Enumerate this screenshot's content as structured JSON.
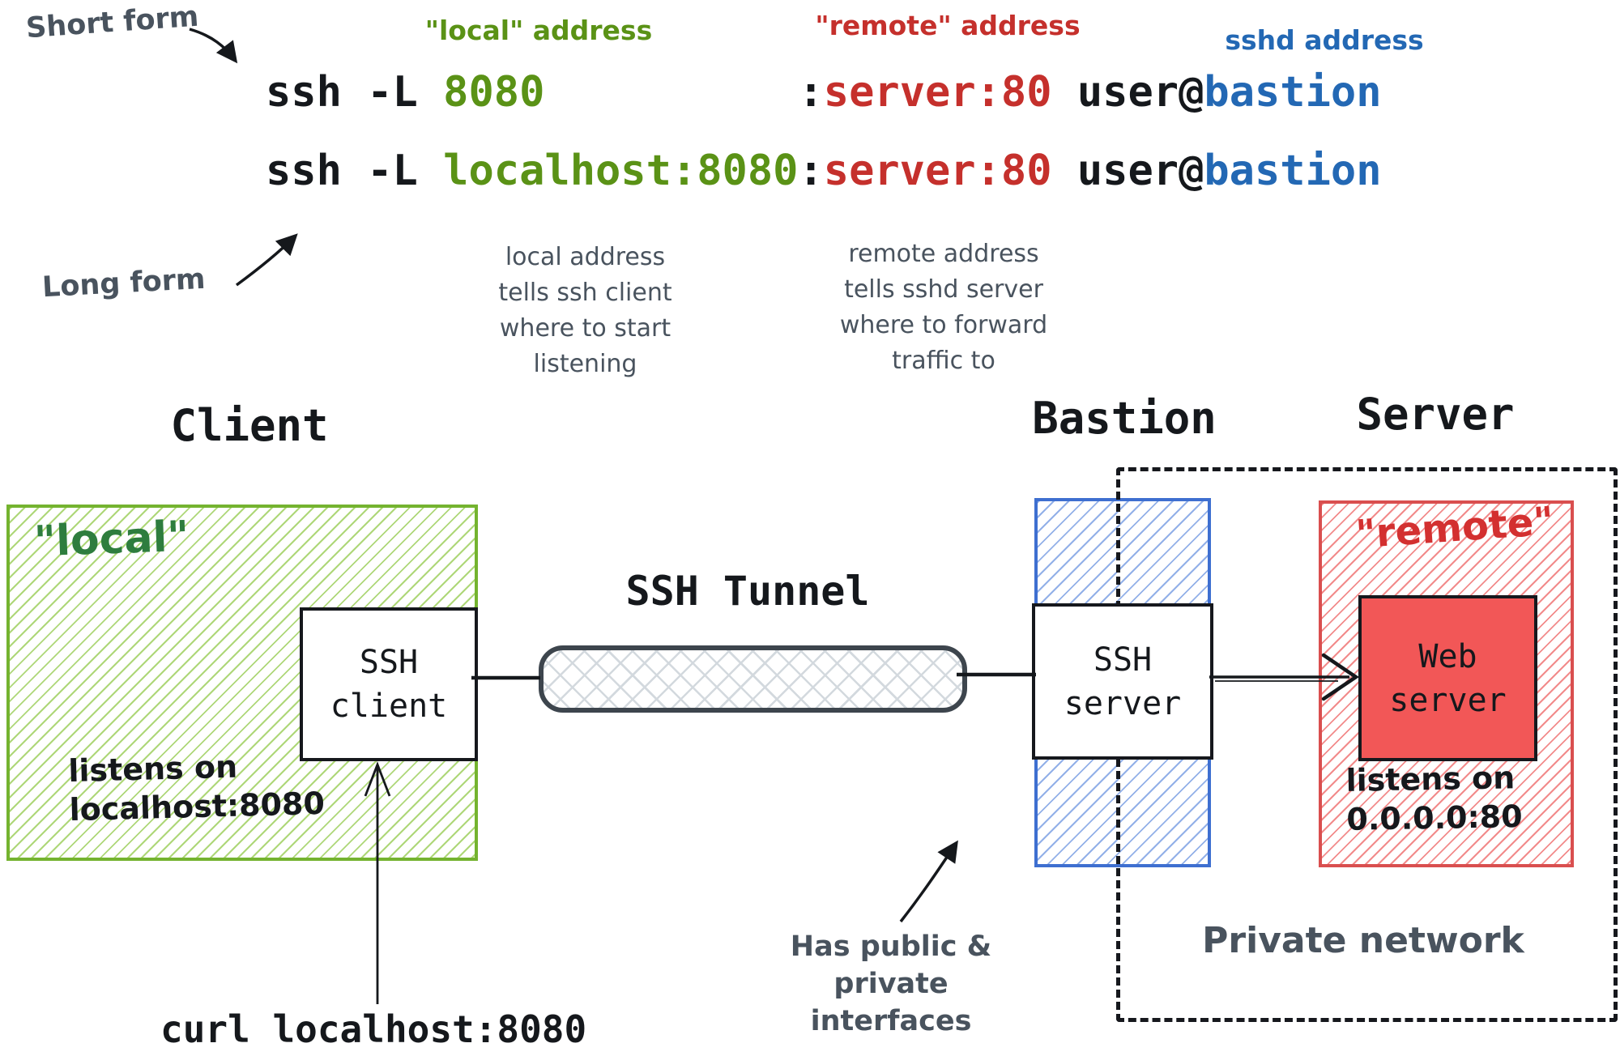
{
  "colors": {
    "black": "#15181c",
    "green": "#5a9216",
    "red": "#c5302c",
    "blue": "#2368b4",
    "green_dark": "#2e7d3e",
    "red_hand": "#d33030",
    "gray": "#49535e",
    "green_zone_border": "#74b32f",
    "blue_zone_border": "#3e6fd0",
    "red_zone_border": "#d94f4f",
    "web_server_fill": "#f25757",
    "tunnel_border": "#3d454d"
  },
  "annotations": {
    "short_form": "Short form",
    "long_form": "Long form",
    "header_local": "\"local\" address",
    "header_remote": "\"remote\" address",
    "header_sshd": "sshd address",
    "expl_local": [
      "local address",
      "tells ssh client",
      "where to start",
      "listening"
    ],
    "expl_remote": [
      "remote address",
      "tells sshd server",
      "where to forward",
      "traffic to"
    ],
    "has_public": [
      "Has public & private",
      "interfaces"
    ],
    "private_network": "Private network",
    "curl_command": "curl localhost:8080"
  },
  "commands": {
    "short_form_segments": [
      {
        "text": "ssh -L ",
        "color": "black"
      },
      {
        "text": "8080",
        "color": "green"
      },
      {
        "text": "          ",
        "color": "black"
      },
      {
        "text": ":",
        "color": "black"
      },
      {
        "text": "server:80",
        "color": "red"
      },
      {
        "text": " user@",
        "color": "black"
      },
      {
        "text": "bastion",
        "color": "blue"
      }
    ],
    "long_form_segments": [
      {
        "text": "ssh -L ",
        "color": "black"
      },
      {
        "text": "localhost:8080",
        "color": "green"
      },
      {
        "text": ":",
        "color": "black"
      },
      {
        "text": "server:80",
        "color": "red"
      },
      {
        "text": " user@",
        "color": "black"
      },
      {
        "text": "bastion",
        "color": "blue"
      }
    ]
  },
  "diagram": {
    "client_title": "Client",
    "bastion_title": "Bastion",
    "server_title": "Server",
    "tunnel_title": "SSH Tunnel",
    "local_label": "\"local\"",
    "remote_label": "\"remote\"",
    "ssh_client_box": [
      "SSH",
      "client"
    ],
    "ssh_server_box": [
      "SSH",
      "server"
    ],
    "web_server_box": [
      "Web",
      "server"
    ],
    "listens_client": [
      "listens on",
      "localhost:8080"
    ],
    "listens_web": [
      "listens on",
      "0.0.0.0:80"
    ]
  }
}
